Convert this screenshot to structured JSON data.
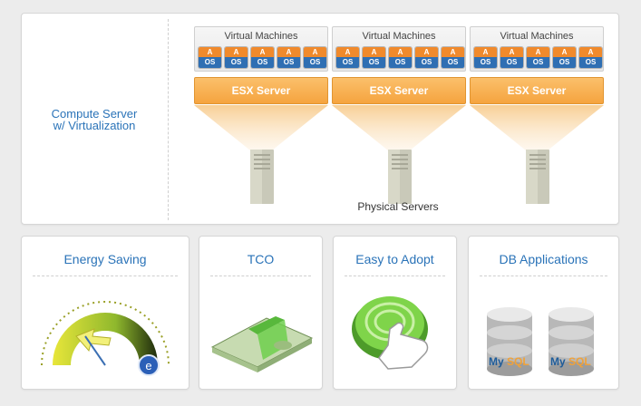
{
  "top": {
    "compute_label_line1": "Compute Server",
    "compute_label_line2": "w/ Virtualization",
    "physical_label": "Physical Servers",
    "groups": [
      {
        "vm_title": "Virtual Machines",
        "esx_label": "ESX Server"
      },
      {
        "vm_title": "Virtual Machines",
        "esx_label": "ESX Server"
      },
      {
        "vm_title": "Virtual Machines",
        "esx_label": "ESX Server"
      }
    ],
    "vm_app_label": "A",
    "vm_os_label": "OS"
  },
  "bottom": {
    "panels": [
      {
        "title": "Energy Saving",
        "icon": "gauge-icon"
      },
      {
        "title": "TCO",
        "icon": "money-stack-icon"
      },
      {
        "title": "Easy to Adopt",
        "icon": "push-button-hand-icon"
      },
      {
        "title": "DB Applications",
        "icon": "mysql-database-icon"
      }
    ],
    "gauge_badge": "e",
    "db_label_1": "My",
    "db_label_2": "SQL"
  },
  "colors": {
    "accent_blue": "#2a73b8",
    "esx_orange": "#f5a43f",
    "app_orange": "#f08a2c",
    "os_blue": "#2f6fb3"
  }
}
